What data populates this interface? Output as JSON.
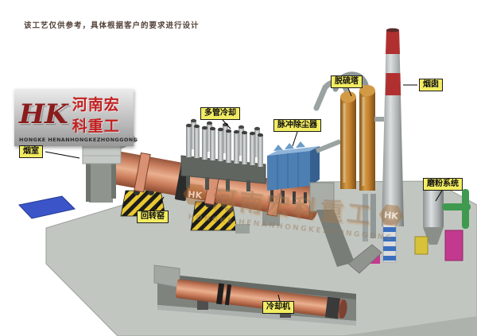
{
  "disclaimer": "该工艺仅供参考，具体根据客户的要求进行设计",
  "logo": {
    "monogram": "HK",
    "company_cn": "河南宏科重工",
    "company_en": "HONGKE  HENANHONGKEZHONGGONG"
  },
  "watermark": {
    "monogram": "HK",
    "text_cn": "河南宏科重工",
    "text_en": "HONGKE HENANHONGKEZHONGGONG"
  },
  "equipment_labels": {
    "smoke_chamber": "烟室",
    "multi_tube_cooler": "多管冷却",
    "pulse_dust_collector": "脉冲除尘器",
    "desulfurization_tower": "脱硫塔",
    "chimney": "烟囱",
    "rotary_kiln": "回转窑",
    "cooling_machine": "冷却机",
    "grinding_system": "磨粉系统"
  },
  "colors": {
    "platform_grey": "#c2c6c1",
    "trench_grey": "#7e837e",
    "kiln_salmon": "#cf8163",
    "dust_collector_blue": "#4d7fb3",
    "tower_orange": "#c4812e",
    "chimney_red": "#b03030",
    "pad_blue": "#3b55c9",
    "label_yellow": "#f2ec62",
    "grinding_magenta": "#c23a8e",
    "pipe_green": "#3f9a4f",
    "logo_red": "#c42020"
  }
}
